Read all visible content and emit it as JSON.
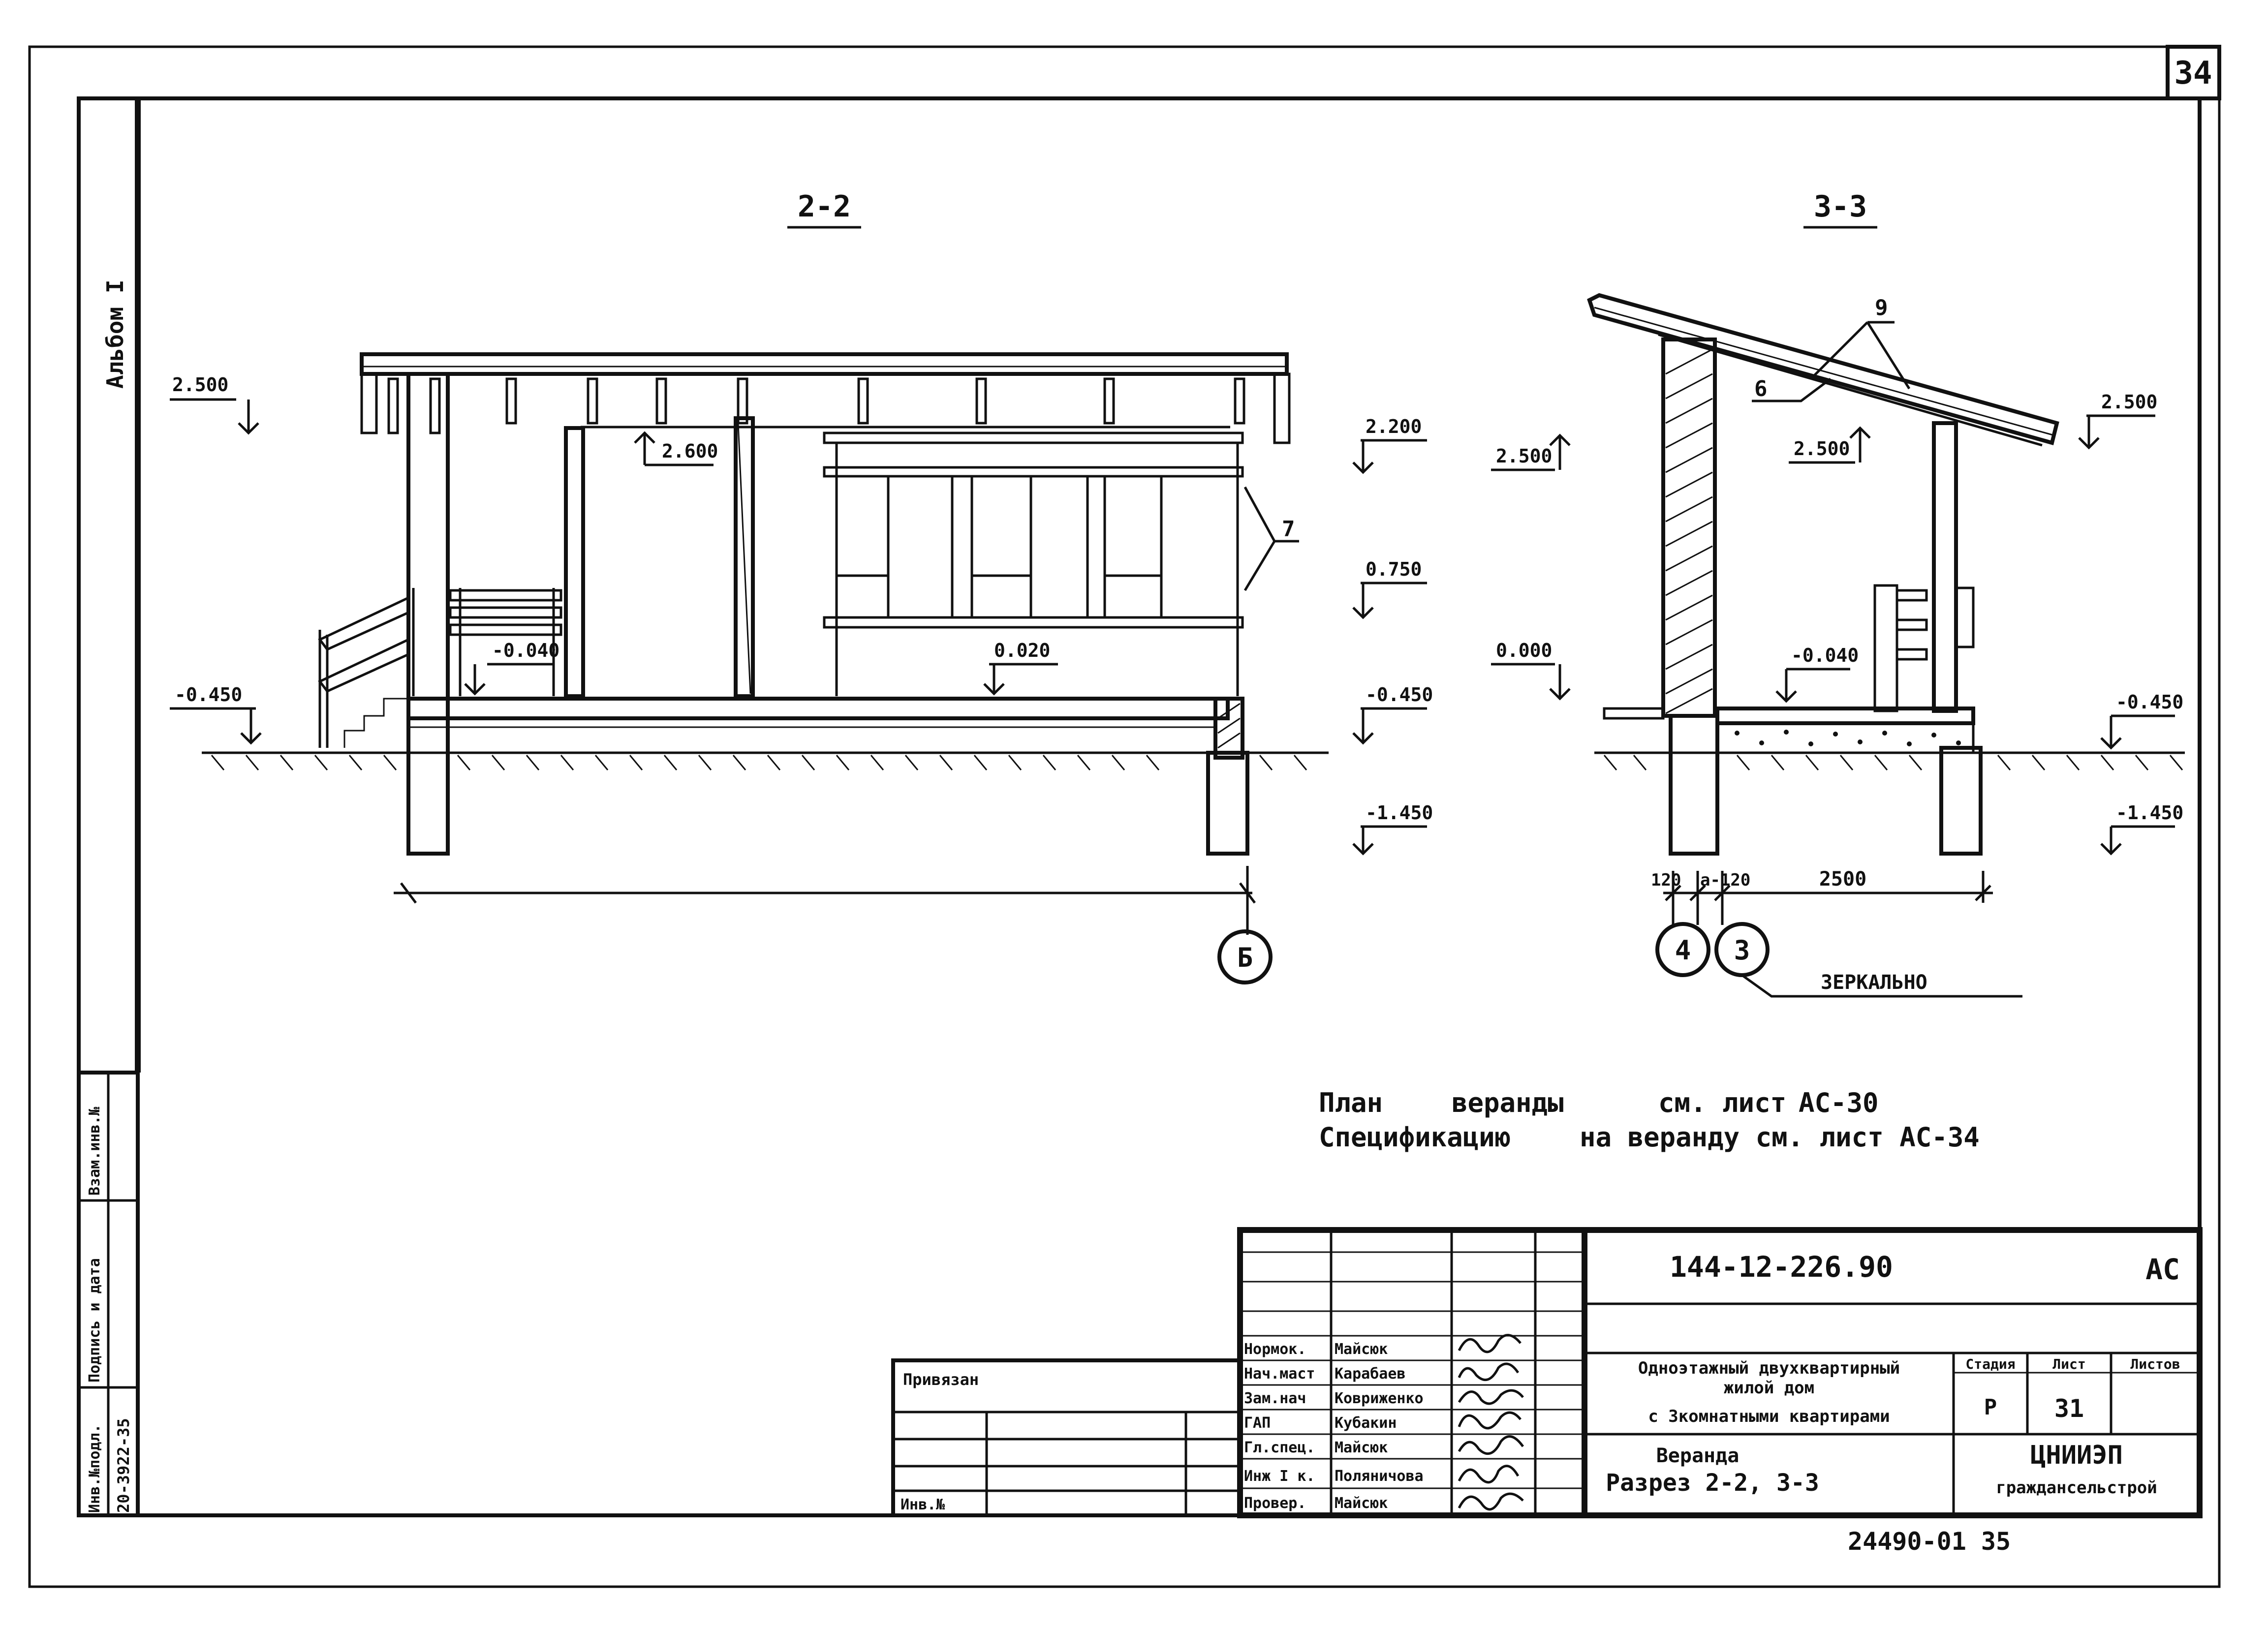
{
  "sheet": {
    "page_number": "34",
    "album_label": "Альбом I",
    "bottom_code": "24490-01 35"
  },
  "section_2_2": {
    "title": "2-2",
    "levels": [
      "2.500",
      "2.600",
      "2.200",
      "0.750",
      "-0.040",
      "0.020",
      "-0.450",
      "-0.450",
      "-1.450"
    ],
    "callout": "7",
    "axis": "Б"
  },
  "section_3_3": {
    "title": "3-3",
    "levels": [
      "2.500",
      "2.500",
      "2.500",
      "0.000",
      "-0.040",
      "-0.450",
      "-1.450"
    ],
    "callouts": [
      "9",
      "6"
    ],
    "dims": [
      "120",
      "a-120",
      "2500"
    ],
    "axes": [
      "4",
      "3"
    ],
    "mirror_note": "ЗЕРКАЛЬНО"
  },
  "notes": {
    "line1": [
      "План",
      "веранды",
      "см. лист",
      "АС-30"
    ],
    "line2": [
      "Спецификацию",
      "на веранду см. лист АС-34"
    ]
  },
  "side_stamp": {
    "cells": [
      "Инв.№подл.",
      "Подпись и дата",
      "Взам.инв.№"
    ],
    "inv_number": "20-3922-35"
  },
  "approval_box": {
    "label": "Привязан",
    "inv_label": "Инв.№"
  },
  "title_block": {
    "doc_code": "144-12-226.90",
    "mark": "АС",
    "roles": [
      "Нормок.",
      "Нач.маст",
      "Зам.нач",
      "ГАП",
      "Гл.спец.",
      "Инж I к.",
      "Провер."
    ],
    "names": [
      "Майсюк",
      "Карабаев",
      "Ковриженко",
      "Кубакин",
      "Майсюк",
      "Поляничова",
      "Майсюк"
    ],
    "project_line1": "Одноэтажный двухквартирный",
    "project_line2": "жилой дом",
    "project_line3": "с 3комнатными квартирами",
    "sheet_title1": "Веранда",
    "sheet_title2": "Разрез 2-2, 3-3",
    "col_stage": "Стадия",
    "col_sheet": "Лист",
    "col_sheets": "Листов",
    "stage": "Р",
    "sheet": "31",
    "sheets": "",
    "org1": "ЦНИИЭП",
    "org2": "граждансельстрой"
  }
}
